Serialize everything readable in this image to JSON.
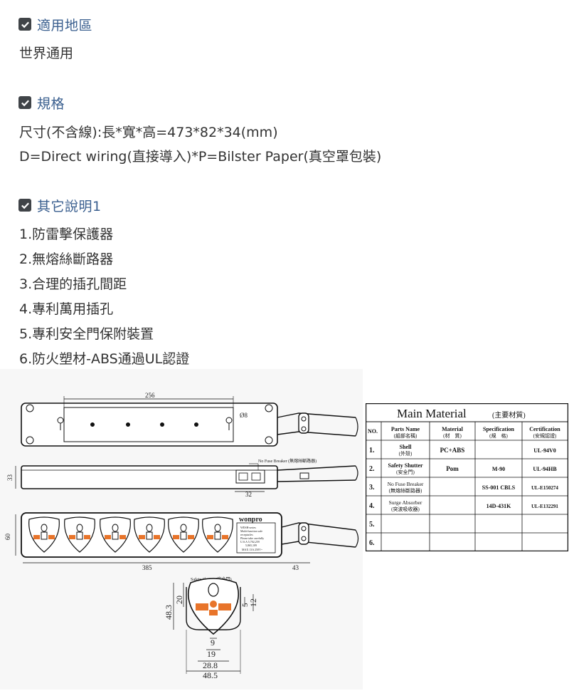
{
  "sections": [
    {
      "title": "適用地區",
      "lines": [
        "世界通用"
      ]
    },
    {
      "title": "規格",
      "lines": [
        "尺寸(不含線):長*寬*高=473*82*34(mm)",
        "D=Direct wiring(直接導入)*P=Bilster Paper(真空罩包裝)"
      ]
    },
    {
      "title": "其它說明1",
      "lines": [
        "1.防雷擊保護器",
        "2.無熔絲斷路器",
        "3.合理的插孔間距",
        "4.專利萬用插孔",
        "5.專利安全門保附裝置",
        "6.防火塑材-ABS通過UL認證"
      ]
    }
  ],
  "drawing": {
    "dim_256": "256",
    "dim_phi8": "Ø8",
    "breaker_label": "No Fuse Breaker (無熔絲斷路器)",
    "dim_33": "33",
    "dim_32": "32",
    "brand": "wonpro",
    "label_lines": [
      "WESH-series",
      "Multi-function safe",
      "receptacles",
      "Please take carefully",
      "U.S.A 5,702,259",
      "5,865,109",
      "MAX 13A 250V~"
    ],
    "dim_60": "60",
    "dim_385": "385",
    "dim_43": "43",
    "shutter_label": "Safety Shutter (安全門)",
    "dim_48_3": "48.3",
    "dim_20": "20",
    "dim_5": "5",
    "dim_12": "12",
    "dim_9": "9",
    "dim_19": "19",
    "dim_28_8": "28.8",
    "dim_48_5": "48.5"
  },
  "table": {
    "title": "Main Material",
    "title_sub": "(主要材質)",
    "headers": [
      {
        "en": "NO.",
        "zh": ""
      },
      {
        "en": "Parts Name",
        "zh": "(組部名稱)"
      },
      {
        "en": "Material",
        "zh": "(材　質)"
      },
      {
        "en": "Specification",
        "zh": "(規　格)"
      },
      {
        "en": "Certification",
        "zh": "(安規認證)"
      }
    ],
    "rows": [
      {
        "no": "1.",
        "name": "Shell",
        "name_zh": "(外殼)",
        "material": "PC+ABS",
        "spec": "",
        "cert": "UL-94V0"
      },
      {
        "no": "2.",
        "name": "Safety Shutter",
        "name_zh": "(安全門)",
        "material": "Pom",
        "spec": "M-90",
        "cert": "UL-94HB"
      },
      {
        "no": "3.",
        "name": "No Fuse Breaker",
        "name_zh": "(無熔絲斷路器)",
        "material": "",
        "spec": "SS-001 CBLS",
        "cert": "UL-E150274"
      },
      {
        "no": "4.",
        "name": "Surge Absorber",
        "name_zh": "(突波吸收器)",
        "material": "",
        "spec": "14D-431K",
        "cert": "UL-E132291"
      },
      {
        "no": "5.",
        "name": "",
        "name_zh": "",
        "material": "",
        "spec": "",
        "cert": ""
      },
      {
        "no": "6.",
        "name": "",
        "name_zh": "",
        "material": "",
        "spec": "",
        "cert": ""
      }
    ]
  },
  "colors": {
    "heading": "#3a5f8f",
    "checkbox": "#404448",
    "text": "#333333",
    "accent_orange": "#e8742a"
  }
}
